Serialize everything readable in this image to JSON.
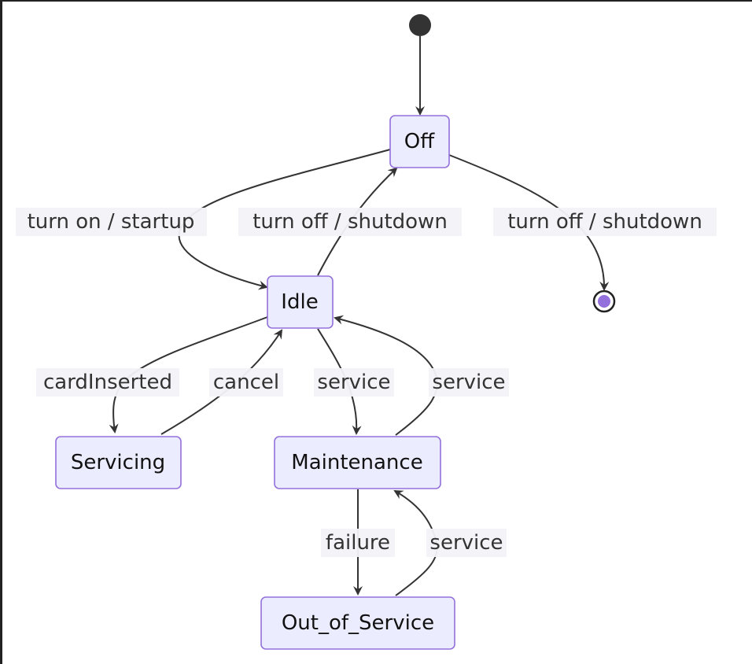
{
  "states": {
    "off": "Off",
    "idle": "Idle",
    "servicing": "Servicing",
    "maintenance": "Maintenance",
    "out_of_service": "Out_of_Service"
  },
  "transitions": {
    "off_to_idle": "turn on / startup",
    "idle_to_off": "turn off / shutdown",
    "off_to_end": "turn off / shutdown",
    "idle_to_servicing": "cardInserted",
    "servicing_to_idle": "cancel",
    "idle_to_maintenance": "service",
    "maintenance_to_idle": "service",
    "maintenance_to_out": "failure",
    "out_to_maintenance": "service"
  },
  "colors": {
    "state_fill": "#ECECFF",
    "state_stroke": "#9370DB",
    "edge": "#333333",
    "start_node": "#333333",
    "end_node_inner": "#9370DB"
  }
}
